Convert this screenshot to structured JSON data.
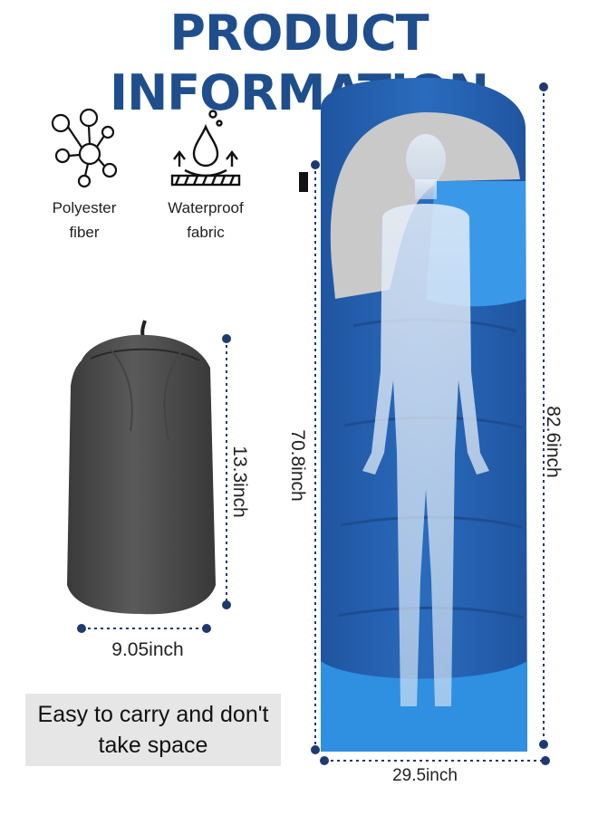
{
  "header": {
    "title": "PRODUCT INFORMATION"
  },
  "features": [
    {
      "icon": "molecule-icon",
      "line1": "Polyester",
      "line2": "fiber"
    },
    {
      "icon": "water-drop-icon",
      "line1": "Waterproof",
      "line2": "fabric"
    }
  ],
  "pack": {
    "height_label": "13.3inch",
    "width_label": "9.05inch"
  },
  "bag": {
    "inner_length_label": "70.8inch",
    "outer_length_label": "82.6inch",
    "width_label": "29.5inch"
  },
  "note": {
    "line1": "Easy to carry and don't",
    "line2": "take  space"
  },
  "colors": {
    "title": "#1f4e8c",
    "bag_dark": "#245ea8",
    "bag_light": "#2f8fe0",
    "hood": "#c9c9c9",
    "sack": "#4b4b4b",
    "dim_line": "#1e3a6e"
  }
}
